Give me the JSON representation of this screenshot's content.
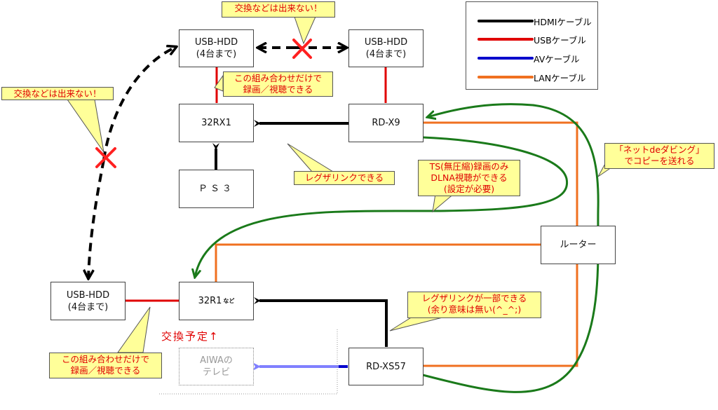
{
  "legend": {
    "items": [
      {
        "label": "HDMIケーブル",
        "color": "#000000"
      },
      {
        "label": "USBケーブル",
        "color": "#e00000"
      },
      {
        "label": "AVケーブル",
        "color": "#0000cc"
      },
      {
        "label": "LANケーブル",
        "color": "#f07020"
      }
    ]
  },
  "colors": {
    "hdmi": "#000000",
    "usb": "#e00000",
    "av": "#0000cc",
    "lan": "#f07020",
    "network_flow": "#1a7a1a",
    "callout_bg": "#ffff99",
    "callout_text": "#e00000",
    "cross": "#ff2020"
  },
  "devices": {
    "usb_hdd_left": {
      "line1": "USB-HDD",
      "line2": "(4台まで)"
    },
    "usb_hdd_right": {
      "line1": "USB-HDD",
      "line2": "(4台まで)"
    },
    "usb_hdd_bottom": {
      "line1": "USB-HDD",
      "line2": "(4台まで)"
    },
    "tv_32rx1": {
      "label": "32RX1"
    },
    "ps3": {
      "label": "ＰＳ３"
    },
    "rd_x9": {
      "label": "RD-X9"
    },
    "router": {
      "label": "ルーター"
    },
    "tv_32r1": {
      "label": "32R1",
      "suffix": "など"
    },
    "aiwa_tv": {
      "line1": "AIWAの",
      "line2": "テレビ"
    },
    "rd_xs57": {
      "label": "RD-XS57"
    }
  },
  "callouts": {
    "no_exchange_top": "交換などは出来ない！",
    "no_exchange_left": "交換などは出来ない！",
    "combo_top": {
      "line1": "この組み合わせだけで",
      "line2": "録画／視聴できる"
    },
    "combo_bottom": {
      "line1": "この組み合わせだけで",
      "line2": "録画／視聴できる"
    },
    "regza_link": "レグザリンクできる",
    "ts_dlna": {
      "line1": "TS(無圧縮)録画のみ",
      "line2": "DLNA視聴ができる",
      "line3": "(設定が必要)"
    },
    "net_dubbing": {
      "line1": "「ネットdeダビング」",
      "line2": "でコピーを送れる"
    },
    "regza_partial": {
      "line1": "レグザリンクが一部できる",
      "line2": "(余り意味は無い(^_^;)"
    }
  },
  "notes": {
    "replace_planned": "交換予定↑"
  }
}
